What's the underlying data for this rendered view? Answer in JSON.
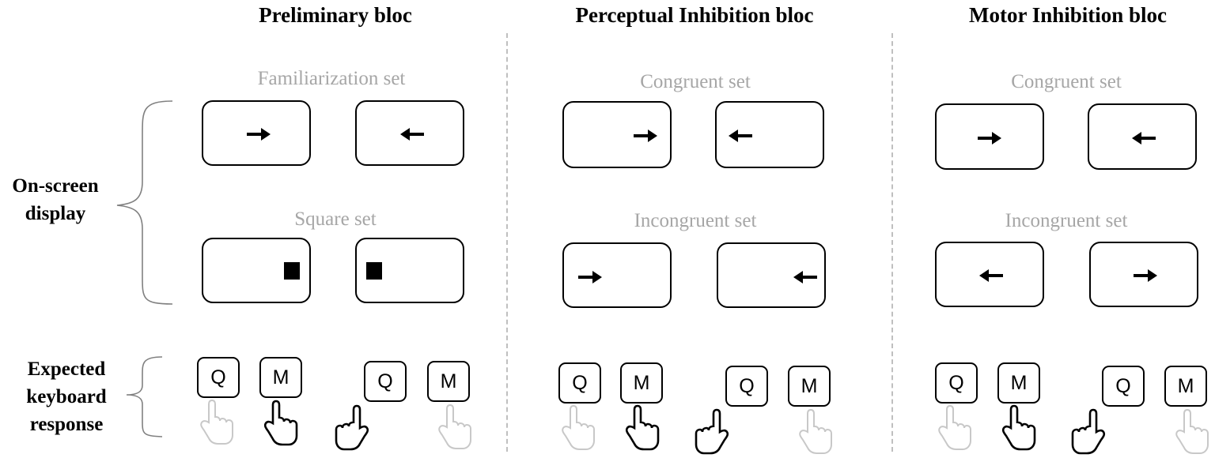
{
  "blocs": [
    {
      "title": "Preliminary bloc",
      "sets": [
        {
          "label": "Familiarization set",
          "stimuli": [
            "arrow-right",
            "arrow-left"
          ]
        },
        {
          "label": "Square set",
          "stimuli": [
            "square",
            "square"
          ]
        }
      ],
      "responses": [
        {
          "pressed": "M"
        },
        {
          "pressed": "Q"
        }
      ]
    },
    {
      "title": "Perceptual Inhibition bloc",
      "sets": [
        {
          "label": "Congruent set",
          "stimuli": [
            "arrow-right",
            "arrow-left"
          ]
        },
        {
          "label": "Incongruent set",
          "stimuli": [
            "arrow-right",
            "arrow-left"
          ]
        }
      ],
      "responses": [
        {
          "pressed": "M"
        },
        {
          "pressed": "Q"
        }
      ]
    },
    {
      "title": "Motor Inhibition bloc",
      "sets": [
        {
          "label": "Congruent set",
          "stimuli": [
            "arrow-right",
            "arrow-left"
          ]
        },
        {
          "label": "Incongruent set",
          "stimuli": [
            "arrow-left",
            "arrow-right"
          ]
        }
      ],
      "responses": [
        {
          "pressed": "M"
        },
        {
          "pressed": "Q"
        }
      ]
    }
  ],
  "row_labels": {
    "display": [
      "On-screen",
      "display"
    ],
    "response": [
      "Expected",
      "keyboard",
      "response"
    ]
  },
  "keys": {
    "left": "Q",
    "right": "M"
  },
  "colors": {
    "set_label": "#a6a6a6",
    "inactive_hand": "#c8c8c8",
    "divider": "#bfbfbf",
    "active": "#000000"
  }
}
